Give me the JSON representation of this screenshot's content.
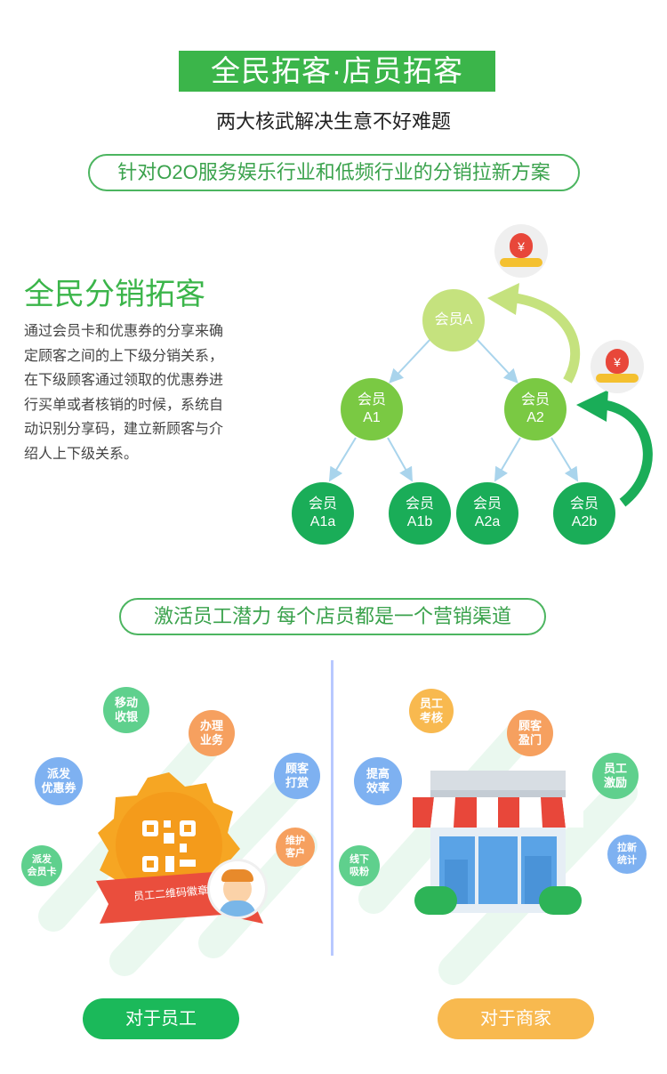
{
  "header": {
    "title": "全民拓客·店员拓客",
    "subtitle": "两大核武解决生意不好难题",
    "tagline": "针对O2O服务娱乐行业和低频行业的分销拉新方案"
  },
  "section1": {
    "heading": "全民分销拓客",
    "paragraph_lines": [
      "通过会员卡和优惠券的分享来确",
      "定顾客之间的上下级分销关系，",
      "在下级顾客通过领取的优惠券进",
      "行买单或者核销的时候，系统自",
      "动识别分享码，建立新顾客与介",
      "绍人上下级关系。"
    ],
    "tree": {
      "root": [
        "会员A"
      ],
      "a1": [
        "会员",
        "A1"
      ],
      "a2": [
        "会员",
        "A2"
      ],
      "a1a": [
        "会员",
        "A1a"
      ],
      "a1b": [
        "会员",
        "A1b"
      ],
      "a2a": [
        "会员",
        "A2a"
      ],
      "a2b": [
        "会员",
        "A2b"
      ],
      "money_symbol": "¥"
    }
  },
  "section2": {
    "tagline": "激活员工潜力 每个店员都是一个营销渠道",
    "staff": {
      "badge_label": "员工二维码徽章",
      "bubbles": {
        "mobile_cashier": [
          "移动",
          "收银"
        ],
        "handle_business": [
          "办理",
          "业务"
        ],
        "distribute_coupon": [
          "派发",
          "优惠券"
        ],
        "customer_tip": [
          "顾客",
          "打赏"
        ],
        "distribute_card": [
          "派发",
          "会员卡"
        ],
        "maintain_customer": [
          "维护",
          "客户"
        ]
      },
      "button": "对于员工"
    },
    "merchant": {
      "bubbles": {
        "staff_review": [
          "员工",
          "考核"
        ],
        "customer_visit": [
          "顾客",
          "盈门"
        ],
        "improve_efficiency": [
          "提高",
          "效率"
        ],
        "staff_incentive": [
          "员工",
          "激励"
        ],
        "offline_fans": [
          "线下",
          "吸粉"
        ],
        "new_stats": [
          "拉新",
          "统计"
        ]
      },
      "button": "对于商家"
    }
  },
  "colors": {
    "brand_green": "#3bb54a",
    "dark_green": "#1aad58",
    "light_green": "#c5e27e",
    "mid_green": "#7ac943",
    "orange": "#f6a05f",
    "yellow": "#f8b94f",
    "blue": "#7eb1f1",
    "divider": "#b8c8ff"
  }
}
